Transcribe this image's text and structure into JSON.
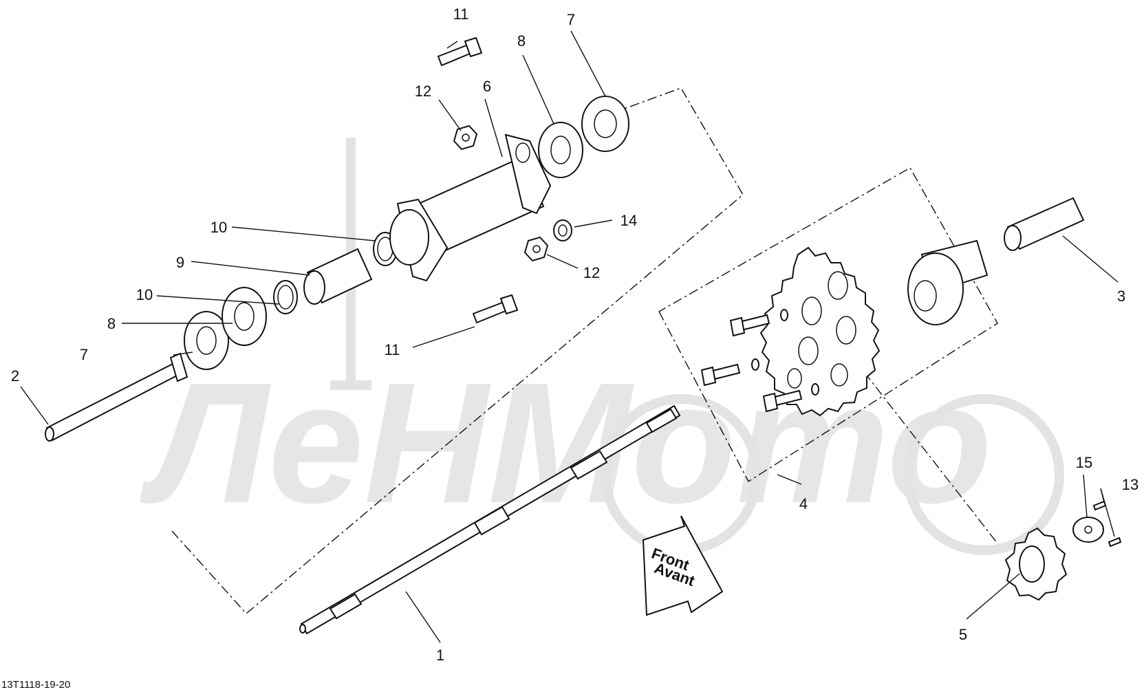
{
  "diagram_code": "13T1118-19-20",
  "arrow": {
    "line1": "Front",
    "line2": "Avant"
  },
  "watermark_text": "ЛеНМото",
  "callouts": [
    {
      "id": "c1",
      "text": "1"
    },
    {
      "id": "c2",
      "text": "2"
    },
    {
      "id": "c3",
      "text": "3"
    },
    {
      "id": "c4",
      "text": "4"
    },
    {
      "id": "c5",
      "text": "5"
    },
    {
      "id": "c6",
      "text": "6"
    },
    {
      "id": "c7a",
      "text": "7"
    },
    {
      "id": "c7b",
      "text": "7"
    },
    {
      "id": "c8a",
      "text": "8"
    },
    {
      "id": "c8b",
      "text": "8"
    },
    {
      "id": "c9",
      "text": "9"
    },
    {
      "id": "c10a",
      "text": "10"
    },
    {
      "id": "c10b",
      "text": "10"
    },
    {
      "id": "c11a",
      "text": "11"
    },
    {
      "id": "c11b",
      "text": "11"
    },
    {
      "id": "c12a",
      "text": "12"
    },
    {
      "id": "c12b",
      "text": "12"
    },
    {
      "id": "c13",
      "text": "13"
    },
    {
      "id": "c14",
      "text": "14"
    },
    {
      "id": "c15",
      "text": "15"
    }
  ]
}
